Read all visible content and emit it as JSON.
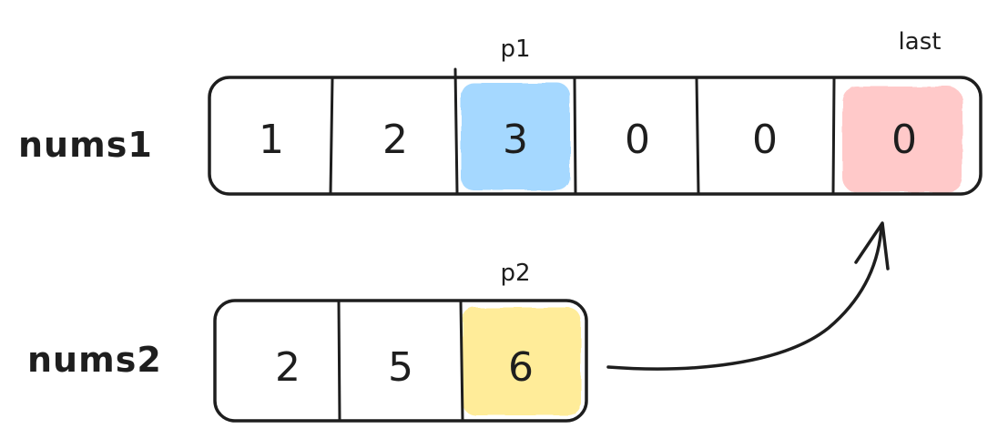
{
  "colors": {
    "ink": "#1e1e1e",
    "p1_highlight": "#a5d8ff",
    "last_highlight": "#ffc9c9",
    "p2_highlight": "#ffec99"
  },
  "nums1": {
    "label": "nums1",
    "values": [
      "1",
      "2",
      "3",
      "0",
      "0",
      "0"
    ],
    "pointers": {
      "p1": "p1",
      "last": "last"
    }
  },
  "nums2": {
    "label": "nums2",
    "values": [
      "2",
      "5",
      "6"
    ],
    "pointers": {
      "p2": "p2"
    }
  }
}
